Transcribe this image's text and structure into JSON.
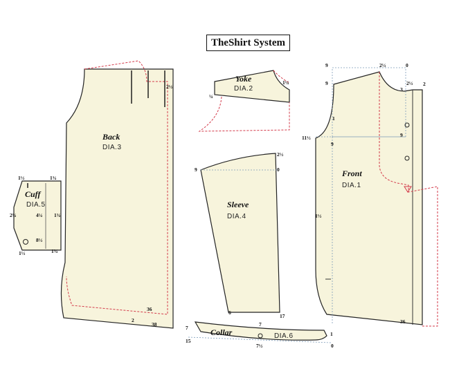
{
  "title": "TheShirt System",
  "pieces": {
    "cuff": {
      "name": "Cuff",
      "dia": "DIA.5"
    },
    "back": {
      "name": "Back",
      "dia": "DIA.3"
    },
    "yoke": {
      "name": "Yoke",
      "dia": "DIA.2"
    },
    "sleeve": {
      "name": "Sleeve",
      "dia": "DIA.4"
    },
    "front": {
      "name": "Front",
      "dia": "DIA.1"
    },
    "collar": {
      "name": "Collar",
      "dia": "DIA.6"
    }
  },
  "measurements": {
    "cuff_tl": "1½",
    "cuff_tr": "1¾",
    "cuff_l": "2¼",
    "cuff_c1": "4¼",
    "cuff_r": "1¾",
    "cuff_c2": "8½",
    "cuff_bl": "1½",
    "cuff_br": "1¾",
    "back_tr": "2½",
    "back_36": "36",
    "back_2": "2",
    "back_38": "38",
    "yoke_r": "1¼",
    "yoke_l": "¼",
    "sleeve_9": "9",
    "sleeve_tr": "2½",
    "sleeve_0": "0",
    "sleeve_6": "6",
    "sleeve_17": "17",
    "front_9a": "9",
    "front_2h": "2½",
    "front_0": "0",
    "front_9b": "9",
    "front_2h2": "2½",
    "front_3": "3",
    "front_2": "2",
    "front_1": "1",
    "front_11h": "11½",
    "front_9c": "9",
    "front_9d": "9",
    "front_1h": "1½",
    "front_36": "36",
    "collar_7a": "7",
    "collar_7b": "7",
    "collar_1": "1",
    "collar_15": "15",
    "collar_7h": "7½",
    "collar_0": "0"
  }
}
